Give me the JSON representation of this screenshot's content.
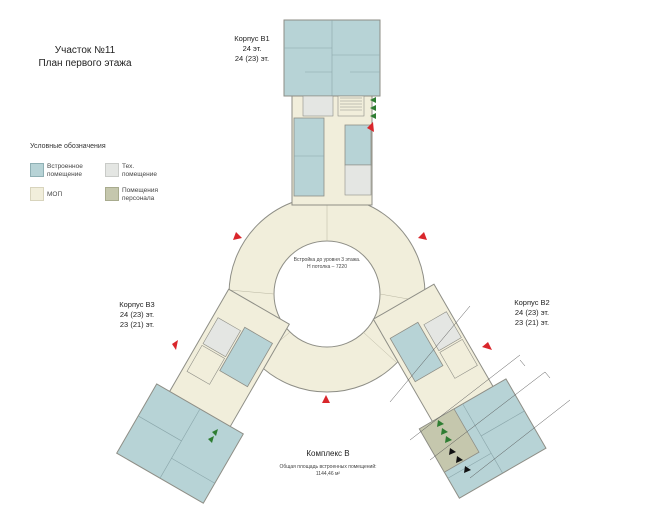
{
  "title": {
    "line1": "Участок №11",
    "line2": "План первого этажа"
  },
  "legend": {
    "heading": "Условные обозначения",
    "items": [
      {
        "label1": "Встроенное",
        "label2": "помещение",
        "color": "#b7d3d6"
      },
      {
        "label1": "Тех.",
        "label2": "помещение",
        "color": "#e4e6e3"
      },
      {
        "label1": "МОП",
        "label2": "",
        "color": "#f1eedb"
      },
      {
        "label1": "Помещения",
        "label2": "персонала",
        "color": "#c5c7ad"
      }
    ]
  },
  "buildings": {
    "b1": {
      "name": "Корпус В1",
      "floors1": "24 эт.",
      "floors2": "24 (23) эт."
    },
    "b2": {
      "name": "Корпус В2",
      "floors1": "24 (23) эт.",
      "floors2": "23 (21) эт."
    },
    "b3": {
      "name": "Корпус В3",
      "floors1": "24 (23) эт.",
      "floors2": "23 (21) эт."
    }
  },
  "ring_note": {
    "line1": "Встройка до уровня 3 этажа.",
    "line2": "Н потолка – 7220"
  },
  "complex": {
    "name": "Комплекс В",
    "area_label": "Общая площадь встроенных помещений:",
    "area_value": "1144,46 м²"
  },
  "colors": {
    "built_in": "#b7d3d6",
    "tech": "#e4e6e3",
    "common": "#f1eedb",
    "staff": "#c5c7ad",
    "wall": "#8e8e86",
    "entrance_red": "#d9262b",
    "entrance_green": "#2e7d32"
  }
}
